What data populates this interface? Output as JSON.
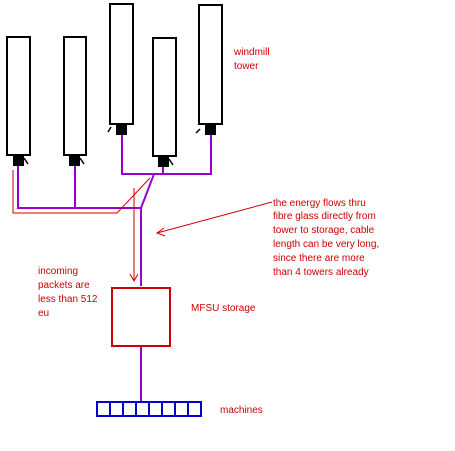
{
  "labels": {
    "windmill_line1": "windmill",
    "windmill_line2": "tower",
    "energy_flow_line1": "the energy flows thru",
    "energy_flow_line2": "fibre glass directly from",
    "energy_flow_line3": "tower to storage, cable",
    "energy_flow_line4": "length can be very long,",
    "energy_flow_line5": "since there are more",
    "energy_flow_line6": "than 4 towers already",
    "incoming_line1": "incoming",
    "incoming_line2": "packets are",
    "incoming_line3": "less than 512",
    "incoming_line4": "eu",
    "storage": "MFSU storage",
    "machines": "machines"
  },
  "colors": {
    "tower_outline": "#000000",
    "tower_base": "#000000",
    "cable": "#9900cc",
    "annotation": "#cc0000",
    "storage_box": "#cc0000",
    "machines_row": "#0000cc"
  },
  "counts": {
    "towers": 5,
    "machine_slots": 8
  }
}
